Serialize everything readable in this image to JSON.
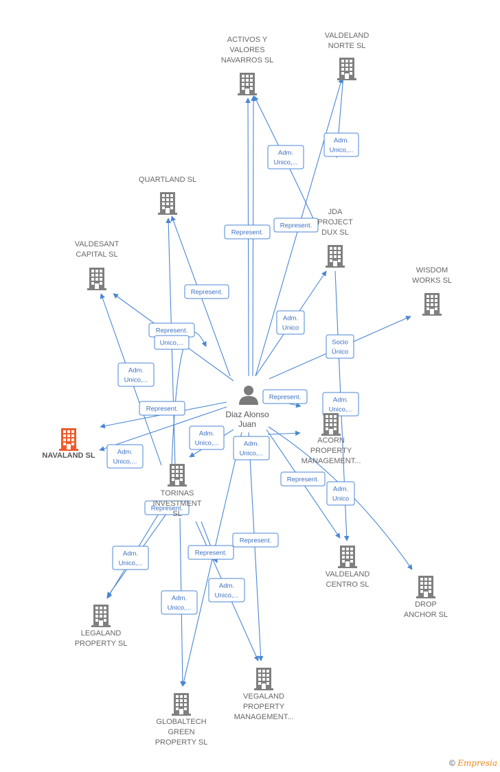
{
  "colors": {
    "edge": "#4a86d4",
    "company": "#7f7f7f",
    "highlight": "#f05a28",
    "person": "#7a7a7a",
    "edge_label_text": "#3b6fc0"
  },
  "person": {
    "name_lines": [
      "Diaz Alonso",
      "Juan"
    ],
    "icon": "person-icon"
  },
  "companies": [
    {
      "id": "activos",
      "lines": [
        "ACTIVOS Y",
        "VALORES",
        "NAVARROS SL"
      ]
    },
    {
      "id": "valdeland_norte",
      "lines": [
        "VALDELAND",
        "NORTE SL"
      ]
    },
    {
      "id": "quartland",
      "lines": [
        "QUARTLAND SL"
      ]
    },
    {
      "id": "jda",
      "lines": [
        "JDA",
        "PROJECT",
        "DUX SL"
      ]
    },
    {
      "id": "valdesant",
      "lines": [
        "VALDESANT",
        "CAPITAL SL"
      ]
    },
    {
      "id": "wisdom",
      "lines": [
        "WISDOM",
        "WORKS SL"
      ]
    },
    {
      "id": "acorn",
      "lines": [
        "ACORN",
        "PROPERTY",
        "MANAGEMENT..."
      ]
    },
    {
      "id": "navaland",
      "lines": [
        "NAVALAND SL"
      ],
      "highlight": true
    },
    {
      "id": "torinas",
      "lines": [
        "TORINAS",
        "INVESTMENT",
        "SL"
      ]
    },
    {
      "id": "valdeland_centro",
      "lines": [
        "VALDELAND",
        "CENTRO SL"
      ]
    },
    {
      "id": "drop",
      "lines": [
        "DROP",
        "ANCHOR SL"
      ]
    },
    {
      "id": "legaland",
      "lines": [
        "LEGALAND",
        "PROPERTY SL"
      ]
    },
    {
      "id": "vegaland",
      "lines": [
        "VEGALAND",
        "PROPERTY",
        "MANAGEMENT..."
      ]
    },
    {
      "id": "globaltech",
      "lines": [
        "GLOBALTECH",
        "GREEN",
        "PROPERTY SL"
      ]
    }
  ],
  "edge_labels": [
    {
      "id": "l1",
      "lines": [
        "Adm.",
        "Unico,..."
      ]
    },
    {
      "id": "l2",
      "lines": [
        "Adm.",
        "Unico,..."
      ]
    },
    {
      "id": "l3",
      "lines": [
        "Represent."
      ]
    },
    {
      "id": "l4",
      "lines": [
        "Represent."
      ]
    },
    {
      "id": "l5",
      "lines": [
        "Represent."
      ]
    },
    {
      "id": "l6",
      "lines": [
        "Adm.",
        "Unico"
      ]
    },
    {
      "id": "l7",
      "lines": [
        "Represent."
      ]
    },
    {
      "id": "l8",
      "lines": [
        "Unico,..."
      ]
    },
    {
      "id": "l9",
      "lines": [
        "Socio",
        "Único"
      ]
    },
    {
      "id": "l10",
      "lines": [
        "Adm.",
        "Unico,..."
      ]
    },
    {
      "id": "l11",
      "lines": [
        "Represent."
      ]
    },
    {
      "id": "l12",
      "lines": [
        "Represent."
      ]
    },
    {
      "id": "l13",
      "lines": [
        "Adm.",
        "Unico,..."
      ]
    },
    {
      "id": "l14",
      "lines": [
        "Adm.",
        "Unico,..."
      ]
    },
    {
      "id": "l15",
      "lines": [
        "Adm.",
        "Unico,..."
      ]
    },
    {
      "id": "l16",
      "lines": [
        "Adm.",
        "Unico,..."
      ]
    },
    {
      "id": "l17",
      "lines": [
        "Represent."
      ]
    },
    {
      "id": "l18",
      "lines": [
        "Adm.",
        "Unico"
      ]
    },
    {
      "id": "l19",
      "lines": [
        "Represent."
      ]
    },
    {
      "id": "l20",
      "lines": [
        "Adm.",
        "Unico,..."
      ]
    },
    {
      "id": "l21",
      "lines": [
        "Represent."
      ]
    },
    {
      "id": "l22",
      "lines": [
        "Represent."
      ]
    },
    {
      "id": "l23",
      "lines": [
        "Adm.",
        "Unico,..."
      ]
    },
    {
      "id": "l24",
      "lines": [
        "Adm.",
        "Unico,..."
      ]
    }
  ],
  "footer": {
    "copyright": "©",
    "brand": "Empresia"
  }
}
